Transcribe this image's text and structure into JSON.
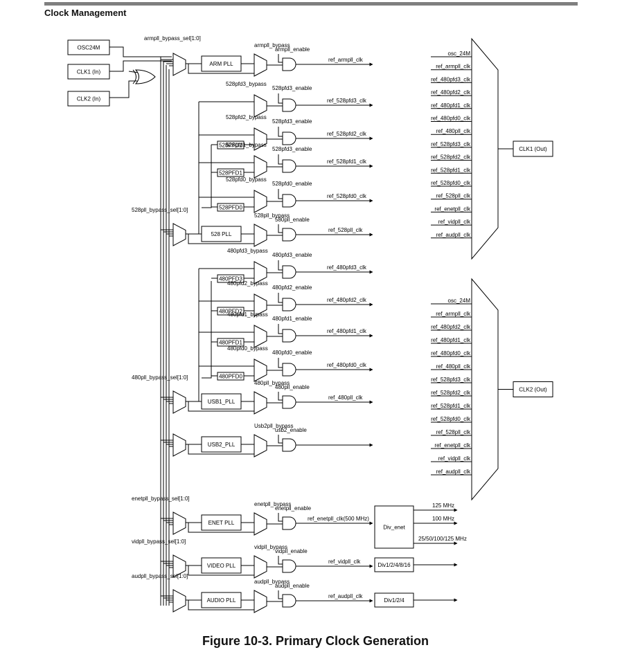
{
  "section_title": "Clock Management",
  "caption": "Figure 10-3. Primary Clock Generation",
  "inputs": [
    "OSC24M",
    "CLK1 (In)",
    "CLK2 (In)"
  ],
  "pll_rows": [
    {
      "mux_label": "armpll_bypass_sel[1:0]",
      "pll": "ARM PLL",
      "bypass": "armpll_bypass",
      "enable": "armpll_enable",
      "out": "ref_armpll_clk"
    },
    {
      "mux_label": "528pll_bypass_sel[1:0]",
      "pll": "528 PLL",
      "bypass": "528pll_bypass",
      "enable": "580pll_enable",
      "out": "ref_528pll_clk"
    },
    {
      "mux_label": "480pll_bypass_sel[1:0]",
      "pll": "USB1_PLL",
      "bypass": "480pll_bypass",
      "enable": "480pll_enable",
      "out": "ref_480pll_clk"
    },
    {
      "mux_label": "",
      "pll": "USB2_PLL",
      "bypass": "Usb2pll_bypass",
      "enable": "usb2_enable",
      "out": ""
    },
    {
      "mux_label": "enetpll_bypass_sel[1:0]",
      "pll": "ENET PLL",
      "bypass": "enetpll_bypass",
      "enable": "enetpll_enable",
      "out": "ref_enetpll_clk(500 MHz)"
    },
    {
      "mux_label": "vidpll_bypass_sel[1:0]",
      "pll": "VIDEO PLL",
      "bypass": "vidpll_bypass",
      "enable": "vidpll_enable",
      "out": "ref_vidpll_clk"
    },
    {
      "mux_label": "audpll_bypass_sel[1:0]",
      "pll": "AUDIO PLL",
      "bypass": "audpll_bypass",
      "enable": "audpll_enable",
      "out": "ref_audpll_clk"
    }
  ],
  "pfd_rows": [
    {
      "bypass": "528pfd3_bypass",
      "enable": "528pfd3_enable",
      "out": "ref_528pfd3_clk",
      "box": ""
    },
    {
      "bypass": "528pfd2_bypass",
      "enable": "528pfd3_enable",
      "out": "ref_528pfd2_clk",
      "box": "528PFD2"
    },
    {
      "bypass": "528pfd1_bypass",
      "enable": "528pfd3_enable",
      "out": "ref_528pfd1_clk",
      "box": "528PFD1"
    },
    {
      "bypass": "528pfd0_bypass",
      "enable": "528pfd0_enable",
      "out": "ref_528pfd0_clk",
      "box": "528PFD0"
    },
    {
      "bypass": "480pfd3_bypass",
      "enable": "480pfd3_enable",
      "out": "ref_480pfd3_clk",
      "box": "480PFD3"
    },
    {
      "bypass": "480pfd2_bypass",
      "enable": "480pfd2_enable",
      "out": "ref_480pfd2_clk",
      "box": "480PFD2"
    },
    {
      "bypass": "480pfd1_bypass",
      "enable": "480pfd1_enable",
      "out": "ref_480pfd1_clk",
      "box": "480PFD1"
    },
    {
      "bypass": "480pfd0_bypass",
      "enable": "480pfd0_enable",
      "out": "ref_480pfd0_clk",
      "box": "480PFD0"
    }
  ],
  "dividers": {
    "enet": {
      "name": "Div_enet",
      "outputs": [
        "125 MHz",
        "100 MHz",
        "25/50/100/125 MHz"
      ]
    },
    "video": "Div1/2/4/8/16",
    "audio": "Div1/2/4"
  },
  "clk1_mux": {
    "output": "CLK1 (Out)",
    "inputs": [
      "osc_24M",
      "ref_armpll_clk",
      "ref_480pfd3_clk",
      "ref_480pfd2_clk",
      "ref_480pfd1_clk",
      "ref_480pfd0_clk",
      "ref_480pll_clk",
      "ref_528pfd3_clk",
      "ref_528pfd2_clk",
      "ref_528pfd1_clk",
      "ref_528pfd0_clk",
      "ref_528pll_clk",
      "ref_enetpll_clk",
      "ref_vidpll_clk",
      "ref_audpll_clk"
    ]
  },
  "clk2_mux": {
    "output": "CLK2 (Out)",
    "inputs": [
      "osc_24M",
      "ref_armpll_clk",
      "ref_480pfd2_clk",
      "ref_480pfd1_clk",
      "ref_480pfd0_clk",
      "ref_480pll_clk",
      "ref_528pfd3_clk",
      "ref_528pfd2_clk",
      "ref_528pfd1_clk",
      "ref_528pfd0_clk",
      "ref_528pll_clk",
      "ref_enetpll_clk",
      "ref_vidpll_clk",
      "ref_audpll_clk"
    ]
  }
}
